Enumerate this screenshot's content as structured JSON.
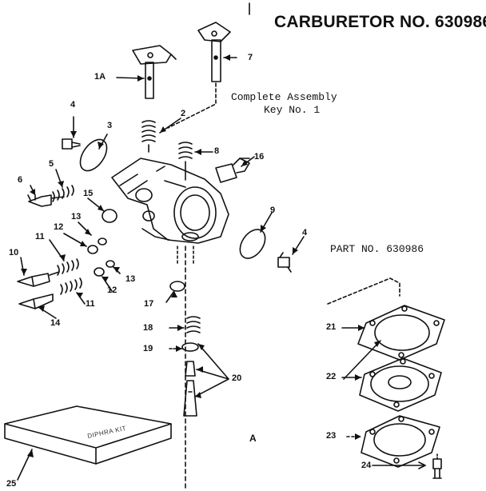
{
  "title": "CARBURETOR NO. 630986",
  "note": {
    "line1": "Complete Assembly",
    "line2": "Key No. 1"
  },
  "part_no": "PART NO. 630986",
  "kit_label": "DIPHRA KIT",
  "corner_mark": "A",
  "callouts": [
    "1A",
    "7",
    "2",
    "8",
    "16",
    "3",
    "4",
    "6",
    "5",
    "15",
    "9",
    "13",
    "12",
    "11",
    "10",
    "4",
    "13",
    "12",
    "11",
    "14",
    "17",
    "18",
    "19",
    "20",
    "21",
    "22",
    "23",
    "24",
    "25"
  ]
}
